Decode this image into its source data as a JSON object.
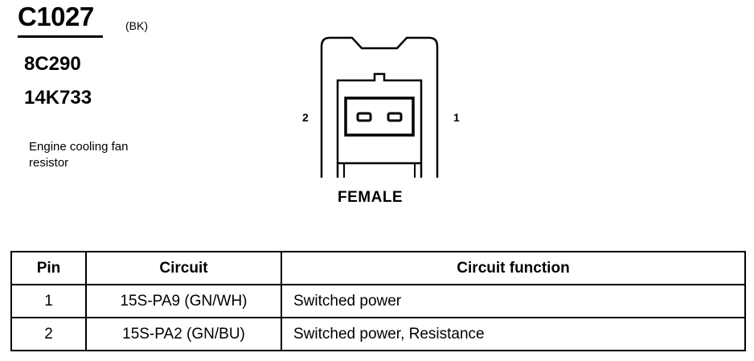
{
  "header": {
    "connector_id": "C1027",
    "color_code": "(BK)",
    "part_numbers": [
      "8C290",
      "14K733"
    ],
    "description": "Engine cooling fan resistor"
  },
  "connector_view": {
    "pin_left": "2",
    "pin_right": "1",
    "gender": "FEMALE"
  },
  "pin_table": {
    "headers": [
      "Pin",
      "Circuit",
      "Circuit function"
    ],
    "rows": [
      {
        "pin": "1",
        "circuit": "15S-PA9 (GN/WH)",
        "function": "Switched power"
      },
      {
        "pin": "2",
        "circuit": "15S-PA2 (GN/BU)",
        "function": "Switched power, Resistance"
      }
    ]
  }
}
